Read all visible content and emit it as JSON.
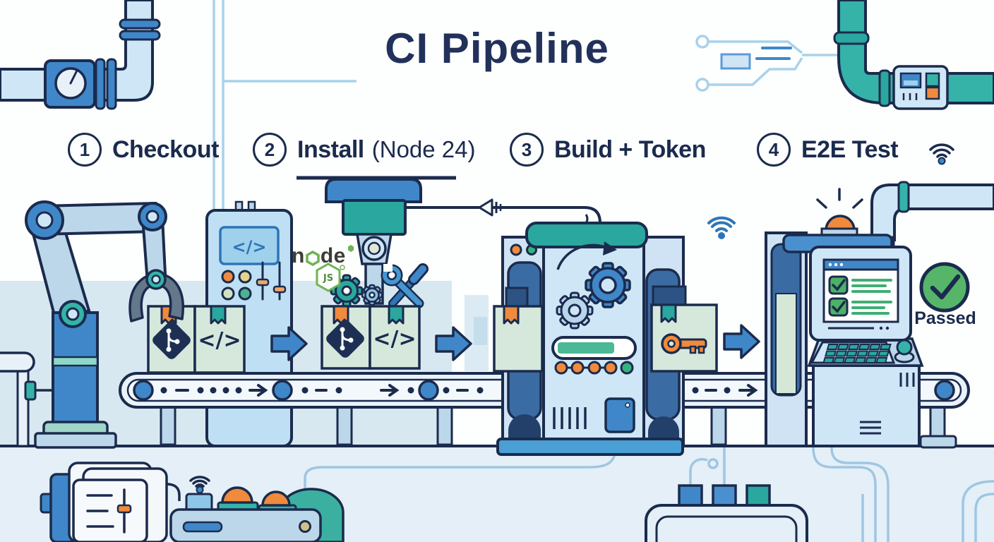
{
  "title": "CI Pipeline",
  "steps": [
    {
      "number": "1",
      "label": "Checkout",
      "detail": ""
    },
    {
      "number": "2",
      "label": "Install",
      "detail": "(Node 24)"
    },
    {
      "number": "3",
      "label": "Build + Token",
      "detail": ""
    },
    {
      "number": "4",
      "label": "E2E Test",
      "detail": ""
    }
  ],
  "status": {
    "passed_label": "Passed"
  },
  "logos": {
    "node_wordmark_left": "n",
    "node_wordmark_right": "de",
    "node_badge": "JS"
  },
  "icons": {
    "code_glyph": "</>",
    "names": [
      "wifi-icon",
      "git-branch-icon",
      "code-icon",
      "key-icon",
      "gear-icon",
      "wrench-icon",
      "screwdriver-icon",
      "check-icon",
      "alarm-light-icon",
      "gauge-icon",
      "progress-bar",
      "robot-arm",
      "conveyor-belt",
      "pipe",
      "circuit-trace"
    ]
  },
  "colors": {
    "outline_navy": "#1b2b4d",
    "blue": "#3f87c9",
    "light_blue": "#cfe6f7",
    "teal": "#2aa79e",
    "orange": "#f08a3c",
    "success_green": "#57b56a",
    "node_green": "#6fb352",
    "floor_blue": "#e4eff7"
  }
}
